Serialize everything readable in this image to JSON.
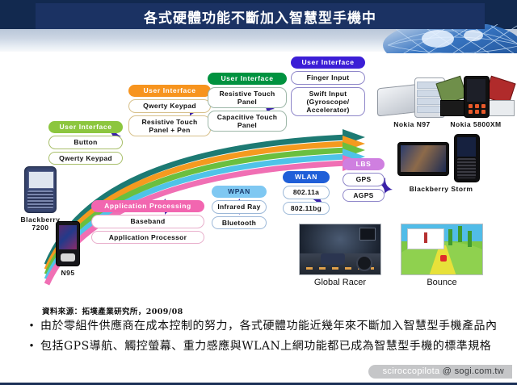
{
  "slide": {
    "title": "各式硬體功能不斷加入智慧型手機中"
  },
  "groups": [
    {
      "id": "ui-green",
      "header": "User Interface",
      "header_color": "#8cc63e",
      "items": [
        "Button",
        "Qwerty Keypad"
      ]
    },
    {
      "id": "ui-orange",
      "header": "User Interface",
      "header_color": "#f7941e",
      "items": [
        "Qwerty Keypad",
        "Resistive Touch Panel + Pen"
      ]
    },
    {
      "id": "ui-dgreen",
      "header": "User Interface",
      "header_color": "#00923f",
      "items": [
        "Resistive Touch Panel",
        "Capacitive Touch Panel"
      ]
    },
    {
      "id": "ui-purple",
      "header": "User Interface",
      "header_color": "#3b1ed6",
      "items": [
        "Finger Input",
        "Swift Input (Gyroscope/ Accelerator)"
      ]
    },
    {
      "id": "app-proc",
      "header": "Application Processing",
      "header_color": "#f266b0",
      "items": [
        "Baseband",
        "Application Processor"
      ]
    },
    {
      "id": "wpan",
      "header": "WPAN",
      "header_color": "#7fc8f2",
      "items": [
        "Infrared Ray",
        "Bluetooth"
      ]
    },
    {
      "id": "wlan",
      "header": "WLAN",
      "header_color": "#1f5fd8",
      "items": [
        "802.11a",
        "802.11bg"
      ]
    },
    {
      "id": "lbs",
      "header": "LBS",
      "header_color": "#cf7fe0",
      "items": [
        "GPS",
        "AGPS"
      ]
    }
  ],
  "devices": [
    {
      "id": "blackberry-7200",
      "caption_line1": "Blackberry",
      "caption_line2": "7200"
    },
    {
      "id": "nokia-n95",
      "caption_line1": "N95",
      "caption_line2": ""
    },
    {
      "id": "nokia-n97",
      "caption_line1": "Nokia N97",
      "caption_line2": ""
    },
    {
      "id": "nokia-5800xm",
      "caption_line1": "Nokia 5800XM",
      "caption_line2": ""
    },
    {
      "id": "blackberry-storm",
      "caption_line1": "Blackberry Storm",
      "caption_line2": ""
    }
  ],
  "screenshots": [
    {
      "id": "global-racer",
      "caption": "Global Racer"
    },
    {
      "id": "bounce",
      "caption": "Bounce"
    }
  ],
  "flow_arrows": {
    "colors": [
      "#1d7a73",
      "#f59a1f",
      "#6abf3f",
      "#4fc3e8",
      "#f06fb4"
    ],
    "count": 5
  },
  "footer": {
    "source": "資料來源：拓墣產業研究所，2009/08",
    "bullets": [
      "由於零組件供應商在成本控制的努力，各式硬體功能近幾年來不斷加入智慧型手機產品內",
      "包括GPS導航、觸控螢幕、重力感應與WLAN上網功能都已成為智慧型手機的標準規格"
    ],
    "bullet_marker": "•"
  },
  "watermark": {
    "user": "sciroccopilota",
    "site": "@ sogi.com.tw"
  }
}
